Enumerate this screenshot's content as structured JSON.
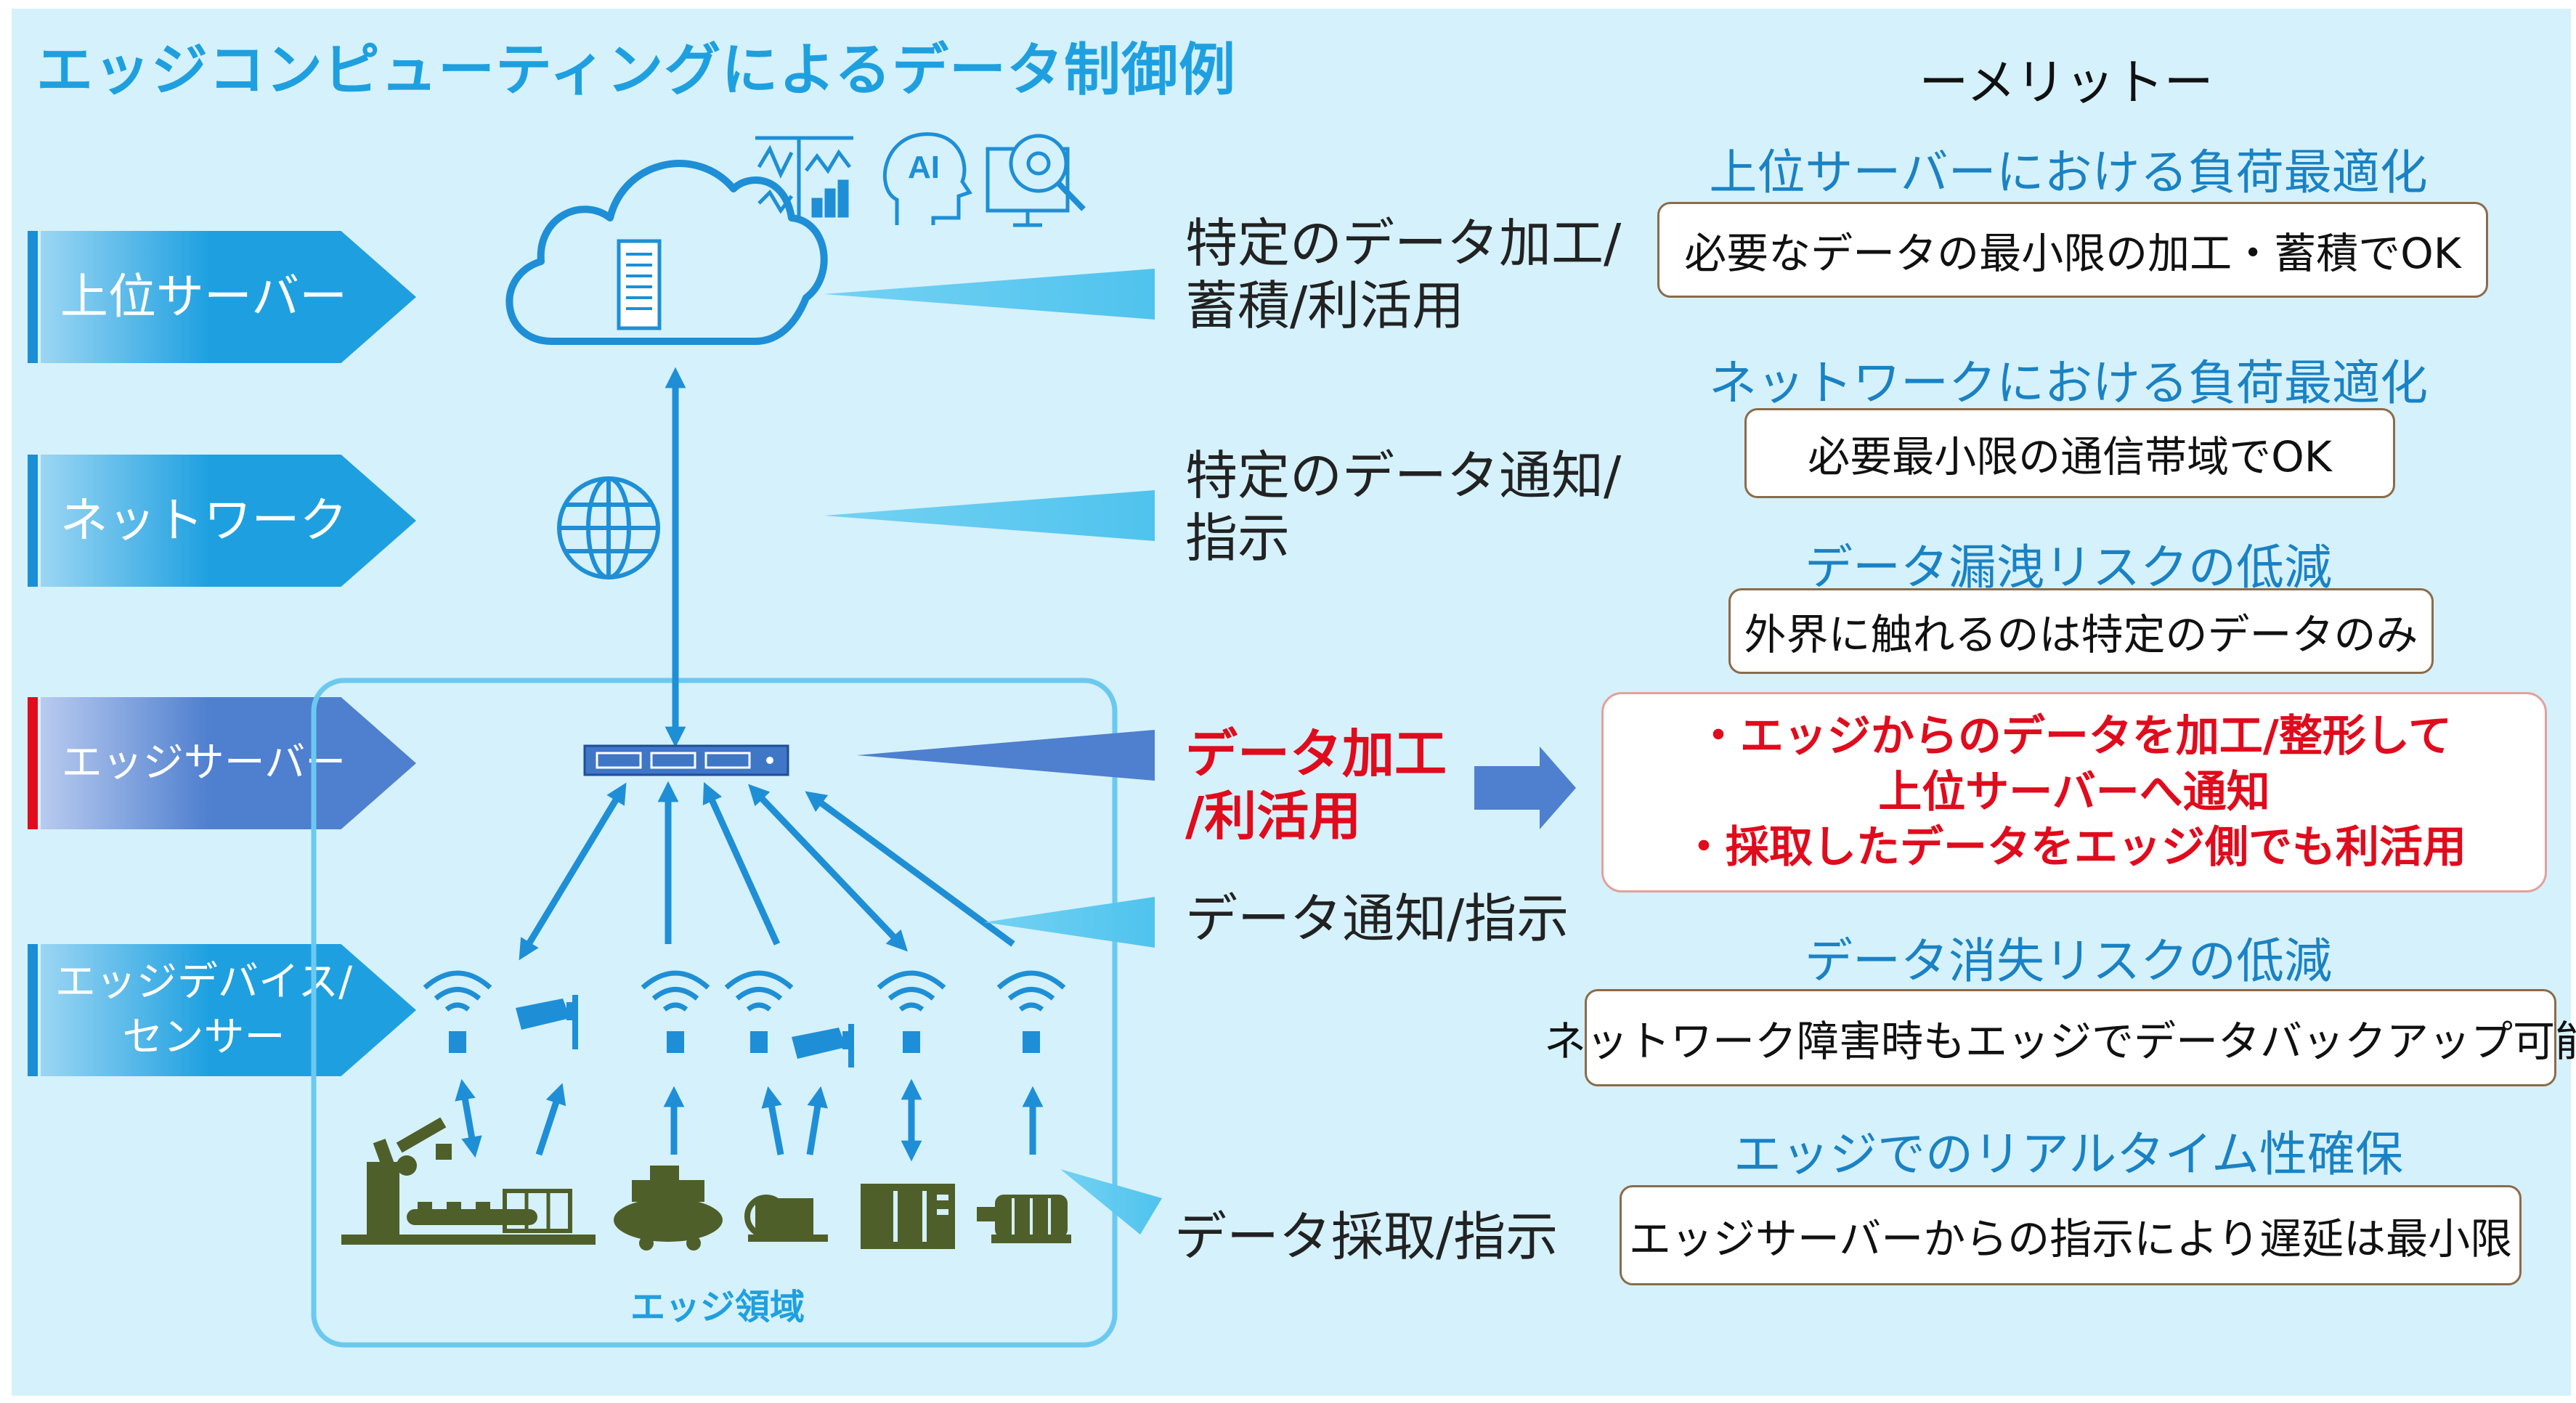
{
  "title": "エッジコンピューティングによるデータ制御例",
  "layers": [
    {
      "label": "上位サーバー"
    },
    {
      "label": "ネットワーク"
    },
    {
      "label": "エッジサーバー"
    },
    {
      "label": "エッジデバイス/\nセンサー"
    }
  ],
  "flow_labels": {
    "server": "特定のデータ加工/\n蓄積/利活用",
    "network": "特定のデータ通知/\n指示",
    "edge_server": "データ加工\n/利活用",
    "device": "データ通知/指示",
    "sensor": "データ採取/指示"
  },
  "edge_area_label": "エッジ領域",
  "merit": {
    "title": "ーメリットー",
    "items": [
      {
        "heading": "上位サーバーにおける負荷最適化",
        "box": "必要なデータの最小限の加工・蓄積でOK"
      },
      {
        "heading": "ネットワークにおける負荷最適化",
        "box": "必要最小限の通信帯域でOK"
      },
      {
        "heading": "データ漏洩リスクの低減",
        "box": "外界に触れるのは特定のデータのみ"
      },
      {
        "heading": "データ消失リスクの低減",
        "box": "ネットワーク障害時もエッジでデータバックアップ可能"
      },
      {
        "heading": "エッジでのリアルタイム性確保",
        "box": "エッジサーバーからの指示により遅延は最小限"
      }
    ]
  },
  "edge_benefit": [
    "・エッジからのデータを加工/整形して",
    "上位サーバーへ通知",
    "・採取したデータをエッジ側でも利活用"
  ],
  "icons": [
    "cloud-icon",
    "server-icon",
    "analytics-icon",
    "ai-head-icon",
    "monitor-search-icon",
    "globe-icon",
    "switch-icon",
    "wifi-icon",
    "camera-icon",
    "robot-arm-icon",
    "conveyor-icon",
    "compressor-icon",
    "pump-icon",
    "control-panel-icon",
    "motor-icon"
  ],
  "colors": {
    "accent": "#1ea0e0",
    "highlight": "#e00b1c",
    "edge_server": "#4f7fcf",
    "background": "#d5f1fb"
  }
}
